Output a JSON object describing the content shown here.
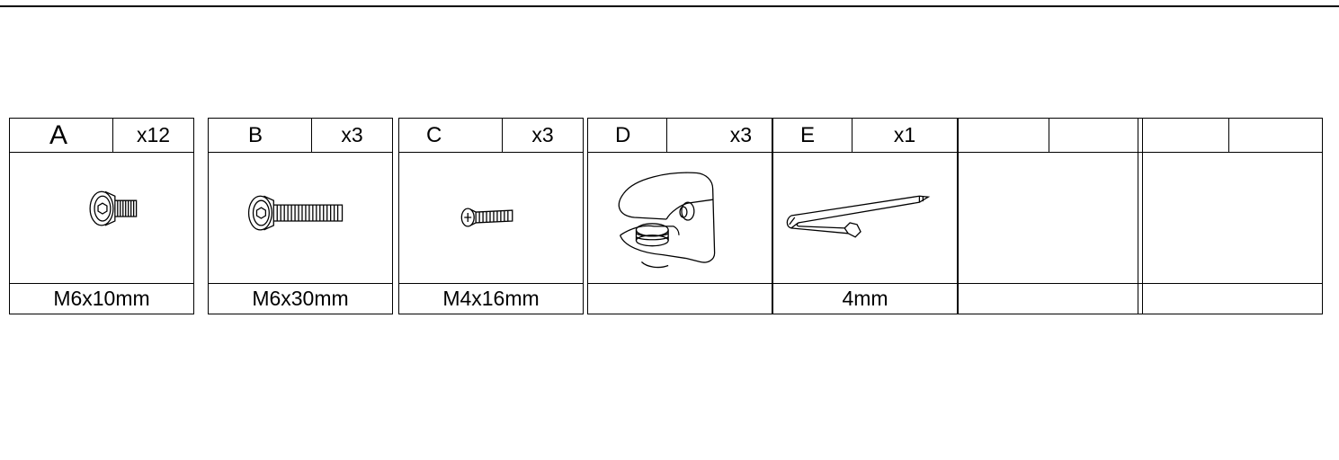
{
  "parts": [
    {
      "letter": "A",
      "qty": "x12",
      "size": "M6x10mm",
      "icon": "short-hex-bolt-icon"
    },
    {
      "letter": "B",
      "qty": "x3",
      "size": "M6x30mm",
      "icon": "long-hex-bolt-icon"
    },
    {
      "letter": "C",
      "qty": "x3",
      "size": "M4x16mm",
      "icon": "phillips-screw-icon"
    },
    {
      "letter": "D",
      "qty": "x3",
      "size": "",
      "icon": "glass-shelf-clamp-icon"
    },
    {
      "letter": "E",
      "qty": "x1",
      "size": "4mm",
      "icon": "allen-key-icon"
    },
    {
      "letter": "",
      "qty": "",
      "size": "",
      "icon": ""
    },
    {
      "letter": "",
      "qty": "",
      "size": "",
      "icon": ""
    }
  ]
}
